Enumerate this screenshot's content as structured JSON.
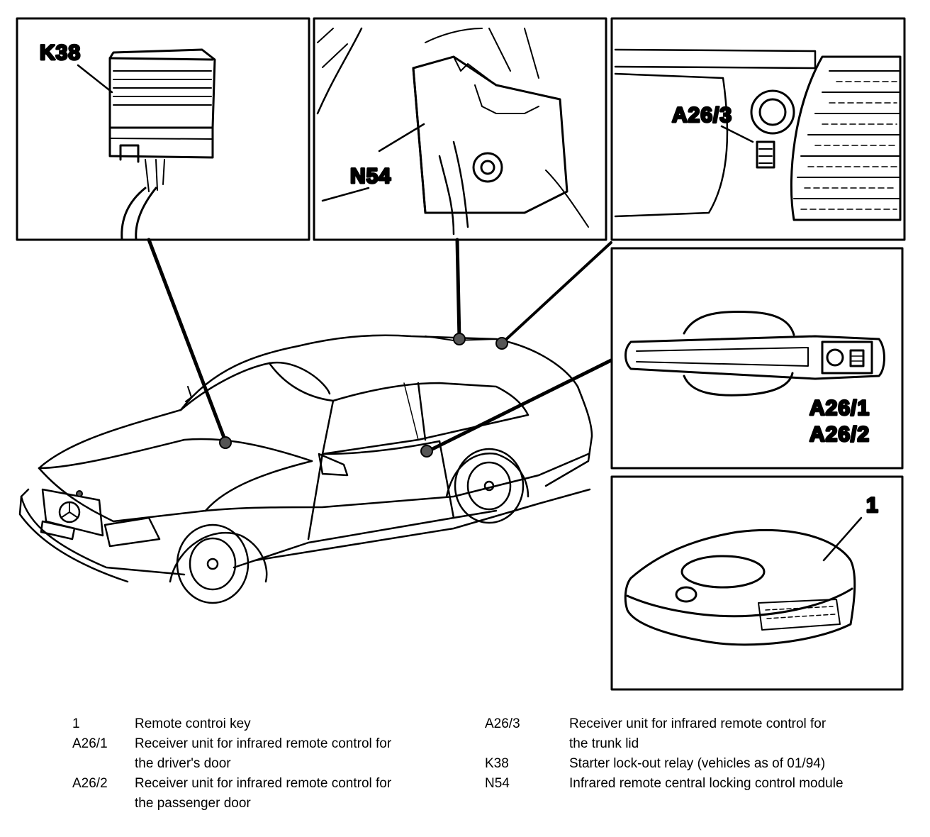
{
  "callouts": {
    "k38": "K38",
    "n54": "N54",
    "a26_3": "A26/3",
    "a26_1": "A26/1",
    "a26_2": "A26/2",
    "key": "1"
  },
  "legend": {
    "left": [
      {
        "code": "1",
        "lines": [
          "Remote controi key"
        ]
      },
      {
        "code": "A26/1",
        "lines": [
          "Receiver unit for infrared remote control for",
          "the driver's door"
        ]
      },
      {
        "code": "A26/2",
        "lines": [
          "Receiver unit for infrared remote control for",
          "the passenger door"
        ]
      }
    ],
    "right": [
      {
        "code": "A26/3",
        "lines": [
          "Receiver unit for infrared remote control for",
          "the trunk lid"
        ]
      },
      {
        "code": "K38",
        "lines": [
          "Starter lock-out relay (vehicles as of 01/94)"
        ]
      },
      {
        "code": "N54",
        "lines": [
          "Infrared remote central locking control module"
        ]
      }
    ]
  }
}
